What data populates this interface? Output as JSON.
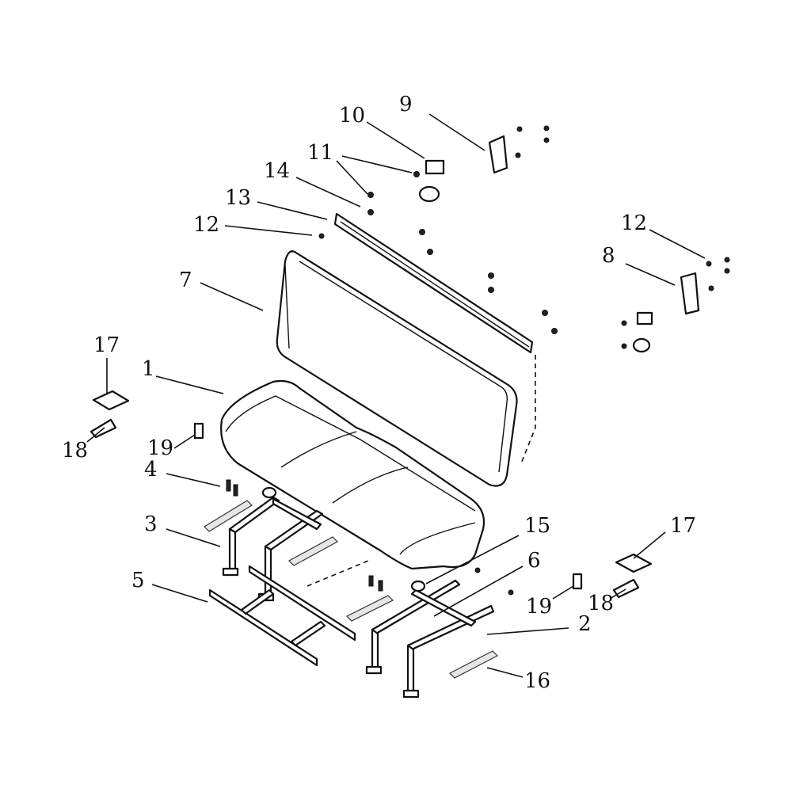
{
  "callouts": [
    {
      "id": "1",
      "text": "1"
    },
    {
      "id": "2",
      "text": "2"
    },
    {
      "id": "3",
      "text": "3"
    },
    {
      "id": "4",
      "text": "4"
    },
    {
      "id": "5",
      "text": "5"
    },
    {
      "id": "6",
      "text": "6"
    },
    {
      "id": "7",
      "text": "7"
    },
    {
      "id": "8",
      "text": "8"
    },
    {
      "id": "9",
      "text": "9"
    },
    {
      "id": "10",
      "text": "10"
    },
    {
      "id": "11",
      "text": "11"
    },
    {
      "id": "12a",
      "text": "12"
    },
    {
      "id": "12b",
      "text": "12"
    },
    {
      "id": "13",
      "text": "13"
    },
    {
      "id": "14",
      "text": "14"
    },
    {
      "id": "15",
      "text": "15"
    },
    {
      "id": "16",
      "text": "16"
    },
    {
      "id": "17a",
      "text": "17"
    },
    {
      "id": "17b",
      "text": "17"
    },
    {
      "id": "18a",
      "text": "18"
    },
    {
      "id": "18b",
      "text": "18"
    },
    {
      "id": "19a",
      "text": "19"
    },
    {
      "id": "19b",
      "text": "19"
    }
  ],
  "colors": {
    "line": "#111111",
    "background": "#ffffff",
    "pad": "#e6e6e6"
  }
}
